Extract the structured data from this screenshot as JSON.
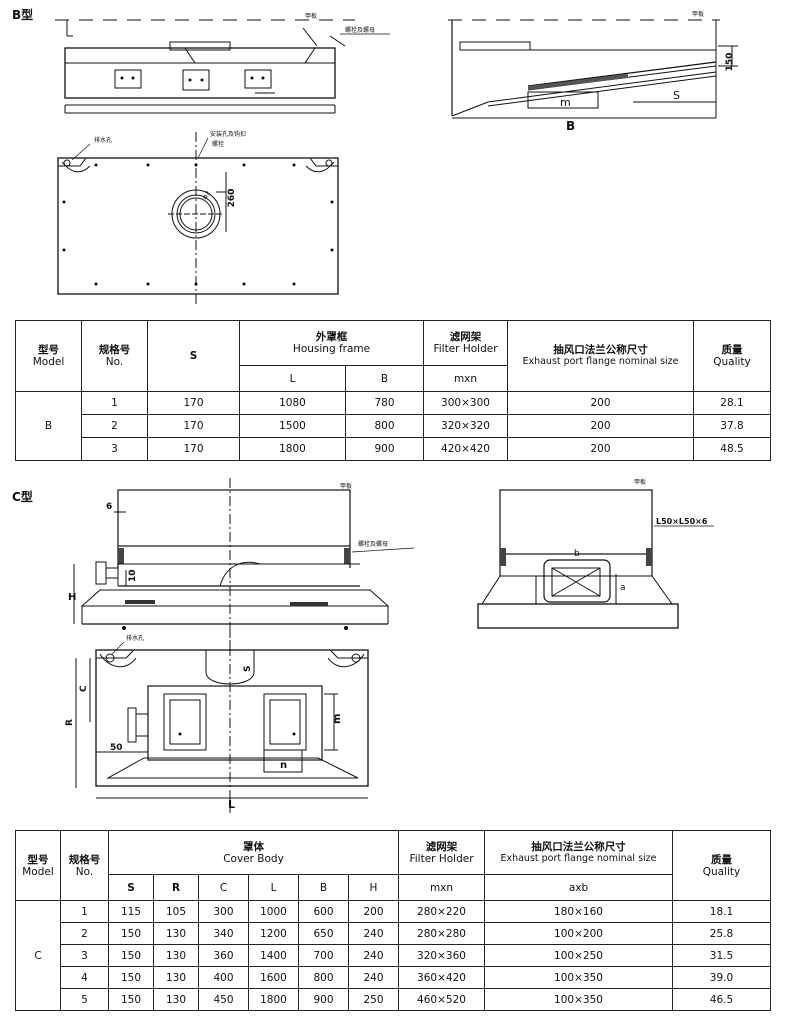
{
  "sectionB": {
    "label": "B型",
    "drawing_labels": {
      "front_plate": "甲板",
      "bolt_nut": "螺栓及螺母",
      "side_plate": "甲板",
      "dim_150": "150",
      "dim_m": "m",
      "dim_s": "S",
      "dim_b": "B",
      "drain_hole": "排水孔",
      "mount_hole": "安装孔及钩扣",
      "bolt": "螺栓",
      "dim_260": "260",
      "dim_phi": "φ?"
    },
    "table": {
      "headers": {
        "model_cn": "型号",
        "model_en": "Model",
        "no_cn": "规格号",
        "no_en": "No.",
        "s": "S",
        "housing_cn": "外罩框",
        "housing_en": "Housing frame",
        "l": "L",
        "b": "B",
        "filter_cn": "滤网架",
        "filter_en": "Filter Holder",
        "mxn": "mxn",
        "flange_cn": "抽风口法兰公称尺寸",
        "flange_en": "Exhaust port flange nominal size",
        "quality_cn": "质量",
        "quality_en": "Quality"
      },
      "model": "B",
      "rows": [
        {
          "no": "1",
          "s": "170",
          "l": "1080",
          "b": "780",
          "mxn": "300×300",
          "flange": "200",
          "quality": "28.1"
        },
        {
          "no": "2",
          "s": "170",
          "l": "1500",
          "b": "800",
          "mxn": "320×320",
          "flange": "200",
          "quality": "37.8"
        },
        {
          "no": "3",
          "s": "170",
          "l": "1800",
          "b": "900",
          "mxn": "420×420",
          "flange": "200",
          "quality": "48.5"
        }
      ]
    }
  },
  "sectionC": {
    "label": "C型",
    "drawing_labels": {
      "front_plate": "甲板",
      "dim_6": "6",
      "bolt_nut": "螺栓及螺母",
      "dim_10": "10",
      "dim_h": "H",
      "side_plate": "甲板",
      "angle": "L50×L50×6",
      "dim_b": "b",
      "dim_a": "a",
      "drain_hole": "排水孔",
      "dim_c": "C",
      "dim_r": "R",
      "dim_s": "S",
      "dim_m": "m",
      "dim_n": "n",
      "dim_50": "50",
      "dim_l": "L"
    },
    "table": {
      "headers": {
        "model_cn": "型号",
        "model_en": "Model",
        "no_cn": "规格号",
        "no_en": "No.",
        "cover_cn": "罩体",
        "cover_en": "Cover Body",
        "s": "S",
        "r": "R",
        "c": "C",
        "l": "L",
        "b": "B",
        "h": "H",
        "filter_cn": "滤网架",
        "filter_en": "Filter Holder",
        "mxn": "mxn",
        "flange_cn": "抽风口法兰公称尺寸",
        "flange_en": "Exhaust port flange nominal size",
        "axb": "axb",
        "quality_cn": "质量",
        "quality_en": "Quality"
      },
      "model": "C",
      "rows": [
        {
          "no": "1",
          "s": "115",
          "r": "105",
          "c": "300",
          "l": "1000",
          "b": "600",
          "h": "200",
          "mxn": "280×220",
          "axb": "180×160",
          "quality": "18.1"
        },
        {
          "no": "2",
          "s": "150",
          "r": "130",
          "c": "340",
          "l": "1200",
          "b": "650",
          "h": "240",
          "mxn": "280×280",
          "axb": "100×200",
          "quality": "25.8"
        },
        {
          "no": "3",
          "s": "150",
          "r": "130",
          "c": "360",
          "l": "1400",
          "b": "700",
          "h": "240",
          "mxn": "320×360",
          "axb": "100×250",
          "quality": "31.5"
        },
        {
          "no": "4",
          "s": "150",
          "r": "130",
          "c": "400",
          "l": "1600",
          "b": "800",
          "h": "240",
          "mxn": "360×420",
          "axb": "100×350",
          "quality": "39.0"
        },
        {
          "no": "5",
          "s": "150",
          "r": "130",
          "c": "450",
          "l": "1800",
          "b": "900",
          "h": "250",
          "mxn": "460×520",
          "axb": "100×350",
          "quality": "46.5"
        }
      ]
    }
  }
}
